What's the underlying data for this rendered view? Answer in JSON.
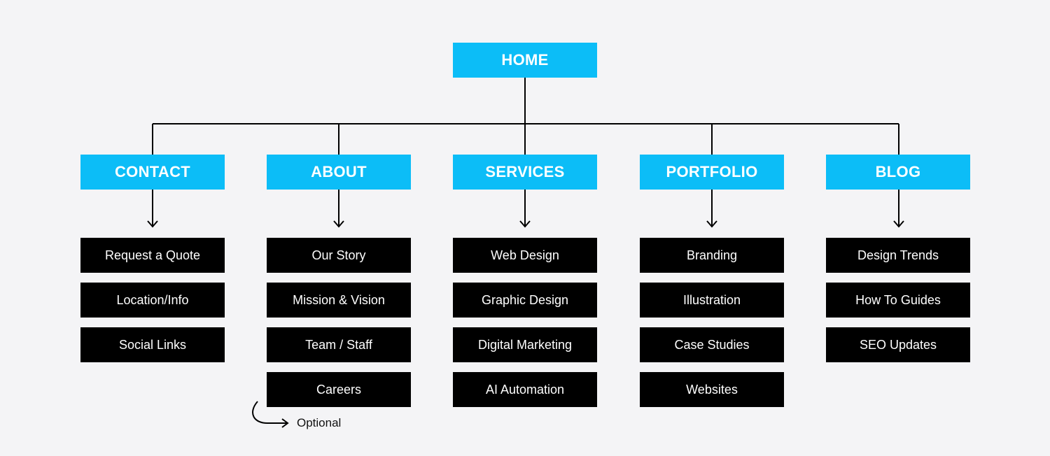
{
  "sitemap": {
    "home": {
      "label": "HOME"
    },
    "sections": [
      {
        "label": "CONTACT",
        "pages": [
          "Request a Quote",
          "Location/Info",
          "Social Links"
        ]
      },
      {
        "label": "ABOUT",
        "pages": [
          "Our Story",
          "Mission & Vision",
          "Team / Staff",
          "Careers"
        ]
      },
      {
        "label": "SERVICES",
        "pages": [
          "Web Design",
          "Graphic Design",
          "Digital Marketing",
          "AI Automation"
        ]
      },
      {
        "label": "PORTFOLIO",
        "pages": [
          "Branding",
          "Illustration",
          "Case Studies",
          "Websites"
        ]
      },
      {
        "label": "BLOG",
        "pages": [
          "Design Trends",
          "How To Guides",
          "SEO Updates"
        ]
      }
    ],
    "optional_note": "Optional"
  },
  "colors": {
    "background": "#f4f4f6",
    "section_fill": "#0cbdf7",
    "page_fill": "#000000",
    "line": "#000000"
  }
}
